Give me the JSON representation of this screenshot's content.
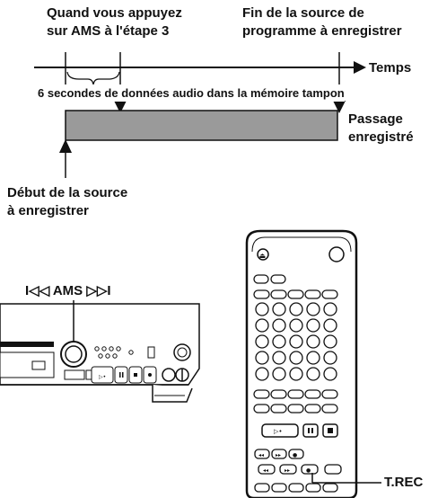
{
  "timeline": {
    "press_ams_line1": "Quand vous appuyez",
    "press_ams_line2": "sur AMS à l'étape 3",
    "end_source_line1": "Fin de la source de",
    "end_source_line2": "programme à enregistrer",
    "time_label": "Temps",
    "buffer_label": "6 secondes de données audio dans la mémoire tampon",
    "recorded_line1": "Passage",
    "recorded_line2": "enregistré",
    "start_source_line1": "Début de la source",
    "start_source_line2": "à enregistrer"
  },
  "deck": {
    "ams_label": "I◁◁ AMS ▷▷I"
  },
  "remote": {
    "trec_label": "T.REC"
  }
}
